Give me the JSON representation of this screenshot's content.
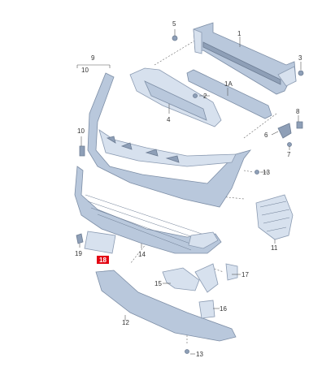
{
  "callouts": {
    "c1": "1",
    "c1a": "1A",
    "c2": "2",
    "c3": "3",
    "c4": "4",
    "c5": "5",
    "c6": "6",
    "c7": "7",
    "c8": "8",
    "c9": "9",
    "c10a": "10",
    "c10b": "10",
    "c11": "11",
    "c12": "12",
    "c13a": "13",
    "c13b": "13",
    "c14": "14",
    "c15": "15",
    "c16": "16",
    "c17": "17",
    "c18": "18",
    "c19": "19"
  },
  "colors": {
    "part_fill": "#b9c8dc",
    "part_stroke": "#7d8ea6",
    "highlight": "#e30613"
  }
}
